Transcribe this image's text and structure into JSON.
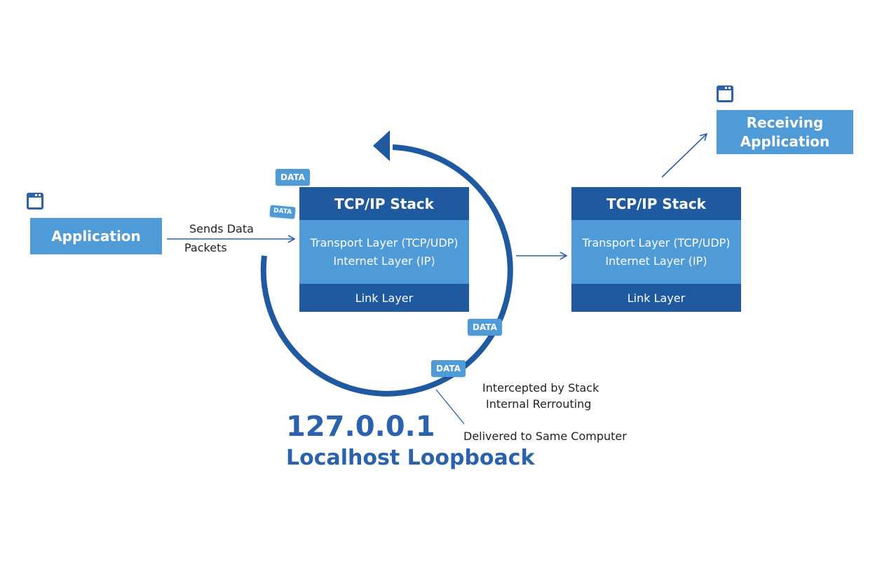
{
  "sender": {
    "icon": "app-window-icon",
    "label": "Application",
    "arrow_label_line1": "Sends Data",
    "arrow_label_line2": "Packets"
  },
  "stack_left": {
    "title": "TCP/IP Stack",
    "transport": "Transport Layer (TCP/UDP)",
    "internet": "Internet Layer (IP)",
    "link": "Link Layer"
  },
  "stack_right": {
    "title": "TCP/IP Stack",
    "transport": "Transport Layer (TCP/UDP)",
    "internet": "Internet Layer (IP)",
    "link": "Link Layer"
  },
  "receiver": {
    "icon": "app-window-icon",
    "label_line1": "Receiving",
    "label_line2": "Application"
  },
  "data_tags": [
    "DATA",
    "DATA",
    "DATA",
    "DATA"
  ],
  "annotations": {
    "intercepted": "Intercepted by Stack",
    "rerouting": "Internal Rerrouting",
    "delivered": "Delivered to Same Computer"
  },
  "title": {
    "address": "127.0.0.1",
    "name": "Localhost Loopboack"
  },
  "colors": {
    "dark_blue": "#1f5aa0",
    "light_blue": "#4f9bd7",
    "accent": "#2a62ad"
  }
}
